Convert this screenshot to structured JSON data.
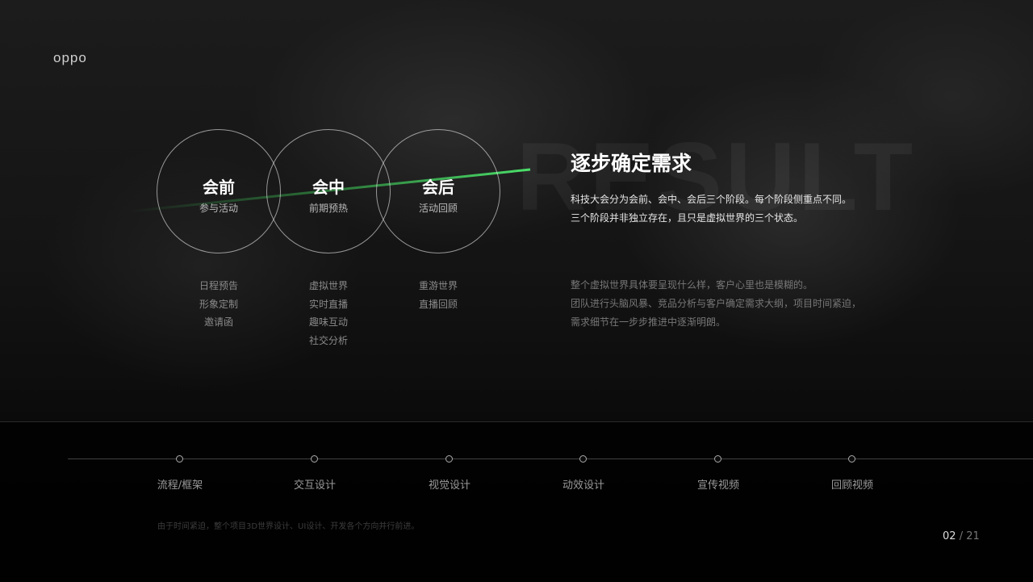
{
  "brand": {
    "logo_text": "oppo"
  },
  "background": {
    "watermark_text": "RESULT"
  },
  "phases": [
    {
      "title": "会前",
      "subtitle": "参与活动",
      "items": [
        "日程预告",
        "形象定制",
        "邀请函"
      ]
    },
    {
      "title": "会中",
      "subtitle": "前期预热",
      "items": [
        "虚拟世界",
        "实时直播",
        "趣味互动",
        "社交分析"
      ]
    },
    {
      "title": "会后",
      "subtitle": "活动回顾",
      "items": [
        "重游世界",
        "直播回顾"
      ]
    }
  ],
  "section": {
    "title": "逐步确定需求",
    "description": [
      "科技大会分为会前、会中、会后三个阶段。每个阶段侧重点不同。",
      "三个阶段并非独立存在，且只是虚拟世界的三个状态。"
    ],
    "details": [
      "整个虚拟世界具体要呈现什么样，客户心里也是模糊的。",
      "团队进行头脑风暴、竞品分析与客户确定需求大纲，项目时间紧迫，",
      "需求细节在一步步推进中逐渐明朗。"
    ]
  },
  "timeline": {
    "steps": [
      "流程/框架",
      "交互设计",
      "视觉设计",
      "动效设计",
      "宣传视频",
      "回顾视频"
    ],
    "footnote": "由于时间紧迫，整个项目3D世界设计、UI设计、开发各个方向并行前进。"
  },
  "pagination": {
    "current": "02",
    "separator": "/",
    "total": "21"
  },
  "colors": {
    "accent_green": "#3fd05a",
    "text_white": "#ffffff"
  }
}
